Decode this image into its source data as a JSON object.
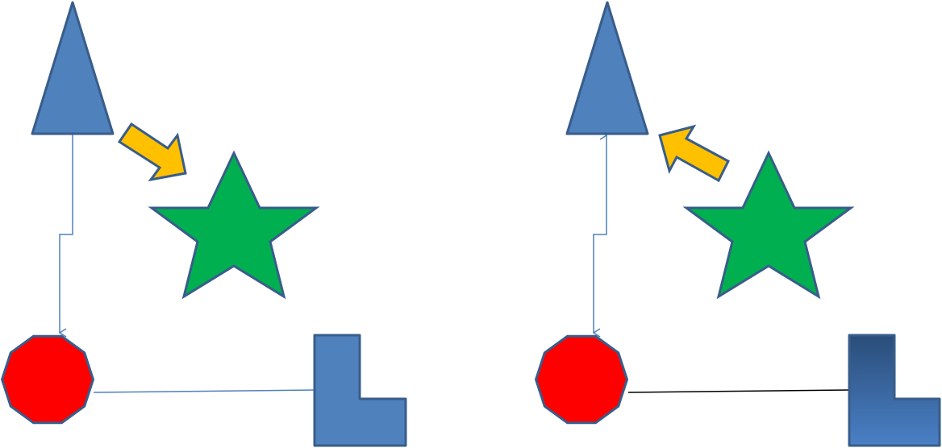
{
  "colors": {
    "triangle_fill": "#4f81bd",
    "outline": "#385d8a",
    "arrow_fill": "#ffc000",
    "star_fill": "#00b050",
    "decagon_fill": "#ff0000",
    "connector_blue": "#4f81bd",
    "connector_black": "#000000",
    "l_shape_fill": "#4f81bd",
    "l_shape_gradient_top": "#2a4d7a",
    "l_shape_gradient_bottom": "#4a80c6"
  },
  "panels": [
    {
      "name": "left",
      "block_arrow_direction": "down-right",
      "connector_arrowheads": "end",
      "line_color": "blue",
      "l_shape_gradient": false
    },
    {
      "name": "right",
      "block_arrow_direction": "up-left",
      "connector_arrowheads": "both",
      "line_color": "black",
      "l_shape_gradient": true
    }
  ]
}
